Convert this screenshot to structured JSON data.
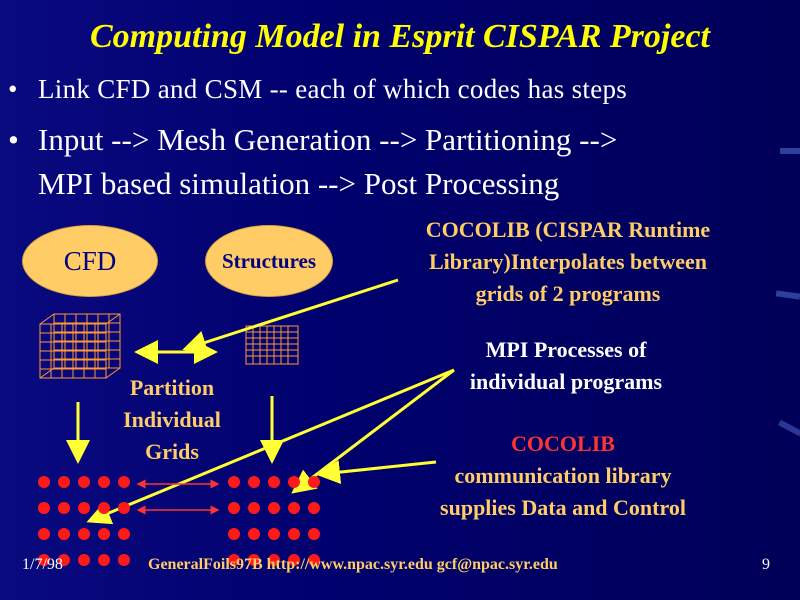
{
  "slide": {
    "title": "Computing Model in Esprit CISPAR Project",
    "bullets": [
      "Link CFD and CSM -- each of which codes has steps",
      "Input --> Mesh Generation --> Partitioning -->",
      "MPI based simulation --> Post Processing"
    ],
    "bullet_marker": "•"
  },
  "diagram": {
    "cfd_label": "CFD",
    "structures_label": "Structures",
    "partition_label": [
      "Partition",
      "Individual",
      "Grids"
    ],
    "cocolib_runtime_text": [
      "COCOLIB (CISPAR Runtime",
      "Library)Interpolates between",
      "grids of 2 programs"
    ],
    "mpi_processes_text": [
      "MPI Processes of",
      "individual programs"
    ],
    "cocolib_comm_title": "COCOLIB",
    "cocolib_comm_text": [
      "communication library",
      "supplies Data and Control"
    ]
  },
  "colors": {
    "background": "#00006e",
    "title": "#ffff00",
    "ellipse_fill": "#ffcc66",
    "ellipse_text": "#000080",
    "accent_text": "#ffcc66",
    "arrow": "#ffff33",
    "dots": "#ff1a1a",
    "grid_lines": "#ff9933",
    "cocolib_title": "#ff3333"
  },
  "footer": {
    "date": "1/7/98",
    "info": "GeneralFoils97B http://www.npac.syr.edu gcf@npac.syr.edu",
    "page": "9"
  }
}
